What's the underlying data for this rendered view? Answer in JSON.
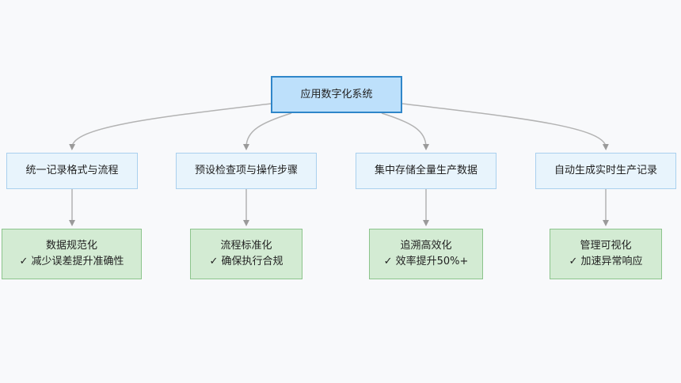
{
  "root": {
    "label": "应用数字化系统"
  },
  "level1": [
    {
      "label": "统一记录格式与流程"
    },
    {
      "label": "预设检查项与操作步骤"
    },
    {
      "label": "集中存储全量生产数据"
    },
    {
      "label": "自动生成实时生产记录"
    }
  ],
  "level2": [
    {
      "title": "数据规范化",
      "detail": "✓ 减少误差提升准确性"
    },
    {
      "title": "流程标准化",
      "detail": "✓ 确保执行合规"
    },
    {
      "title": "追溯高效化",
      "detail": "✓ 效率提升50%+"
    },
    {
      "title": "管理可视化",
      "detail": "✓ 加速异常响应"
    }
  ],
  "colors": {
    "root_fill": "#bde0fb",
    "root_border": "#2f86c9",
    "level1_fill": "#e8f4fc",
    "level1_border": "#a9d0ee",
    "level2_fill": "#d3ebd3",
    "level2_border": "#8cc48c",
    "connector": "#9a9a9a"
  }
}
